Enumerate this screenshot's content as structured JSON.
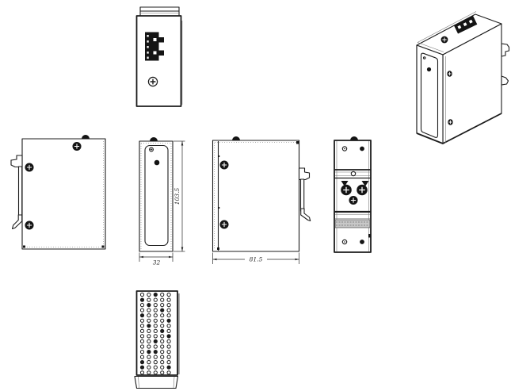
{
  "drawing": {
    "dimensions": {
      "overall_height": "103.5",
      "front_width": "32",
      "body_depth": "81.5"
    },
    "vent_grid": {
      "rows": 16,
      "cols": 5
    },
    "colors": {
      "line": "#1c1c1c",
      "shadow": "#9a9a9a",
      "fill": "#ffffff",
      "dim_text": "#2b2b2b"
    }
  }
}
